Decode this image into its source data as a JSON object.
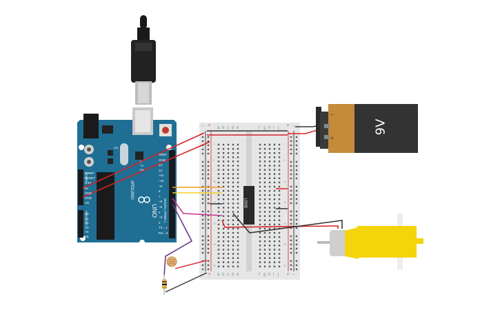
{
  "board": {
    "brand": "ARDUINO",
    "model": "UNO",
    "digital_header": "DIGITAL (PWM~)",
    "power_header": "POWER",
    "analog_header": "ANALOG IN",
    "tx_label": "TX",
    "rx_label": "RX",
    "l_label": "L",
    "on_label": "ON",
    "power_pins": [
      "IOREF",
      "RESET",
      "3.3V",
      "5V",
      "GND",
      "GND",
      "Vin"
    ],
    "analog_pins": [
      "A0",
      "A1",
      "A2",
      "A3",
      "A4",
      "A5"
    ],
    "digital_pins": [
      "AREF",
      "GND",
      "13",
      "12",
      "~11",
      "~10",
      "~9",
      "8",
      "7",
      "~6",
      "~5",
      "4",
      "~3",
      "2",
      "TX→1",
      "RX←0"
    ]
  },
  "breadboard": {
    "columns_left": [
      "a",
      "b",
      "c",
      "d",
      "e"
    ],
    "columns_right": [
      "f",
      "g",
      "h",
      "i",
      "j"
    ],
    "rail_signs": [
      "-",
      "+",
      "+",
      "-"
    ],
    "row_numbers": [
      "1",
      "5",
      "10",
      "15",
      "20",
      "25",
      "30"
    ]
  },
  "chip": {
    "label": "L293D"
  },
  "battery": {
    "label": "9V",
    "neg_sign": "−",
    "pos_sign": "+"
  },
  "colors": {
    "board_blue": "#1f6e93",
    "wire_red": "#d52229",
    "wire_black": "#333333",
    "wire_orange": "#f39c1f",
    "wire_yellow": "#f2d024",
    "wire_magenta": "#c2338e",
    "wire_purple": "#6a3a8a",
    "motor_yellow": "#f4d40a",
    "battery_orange": "#c58a3a"
  }
}
